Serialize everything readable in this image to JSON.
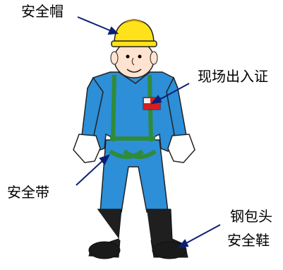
{
  "diagram": {
    "labels": {
      "helmet": "安全帽",
      "entry_pass": "现场出入证",
      "safety_belt": "安全带",
      "safety_shoes_line1": "钢包头",
      "safety_shoes_line2": "安全鞋"
    },
    "colors": {
      "helmet": "#ffe21a",
      "uniform": "#2c8fd8",
      "harness": "#2f8b3a",
      "boots": "#1f1f1f",
      "skin": "#ffe3d0",
      "glove": "#ffffff",
      "badge_red": "#d32020",
      "arrow": "#0b1f75"
    }
  }
}
